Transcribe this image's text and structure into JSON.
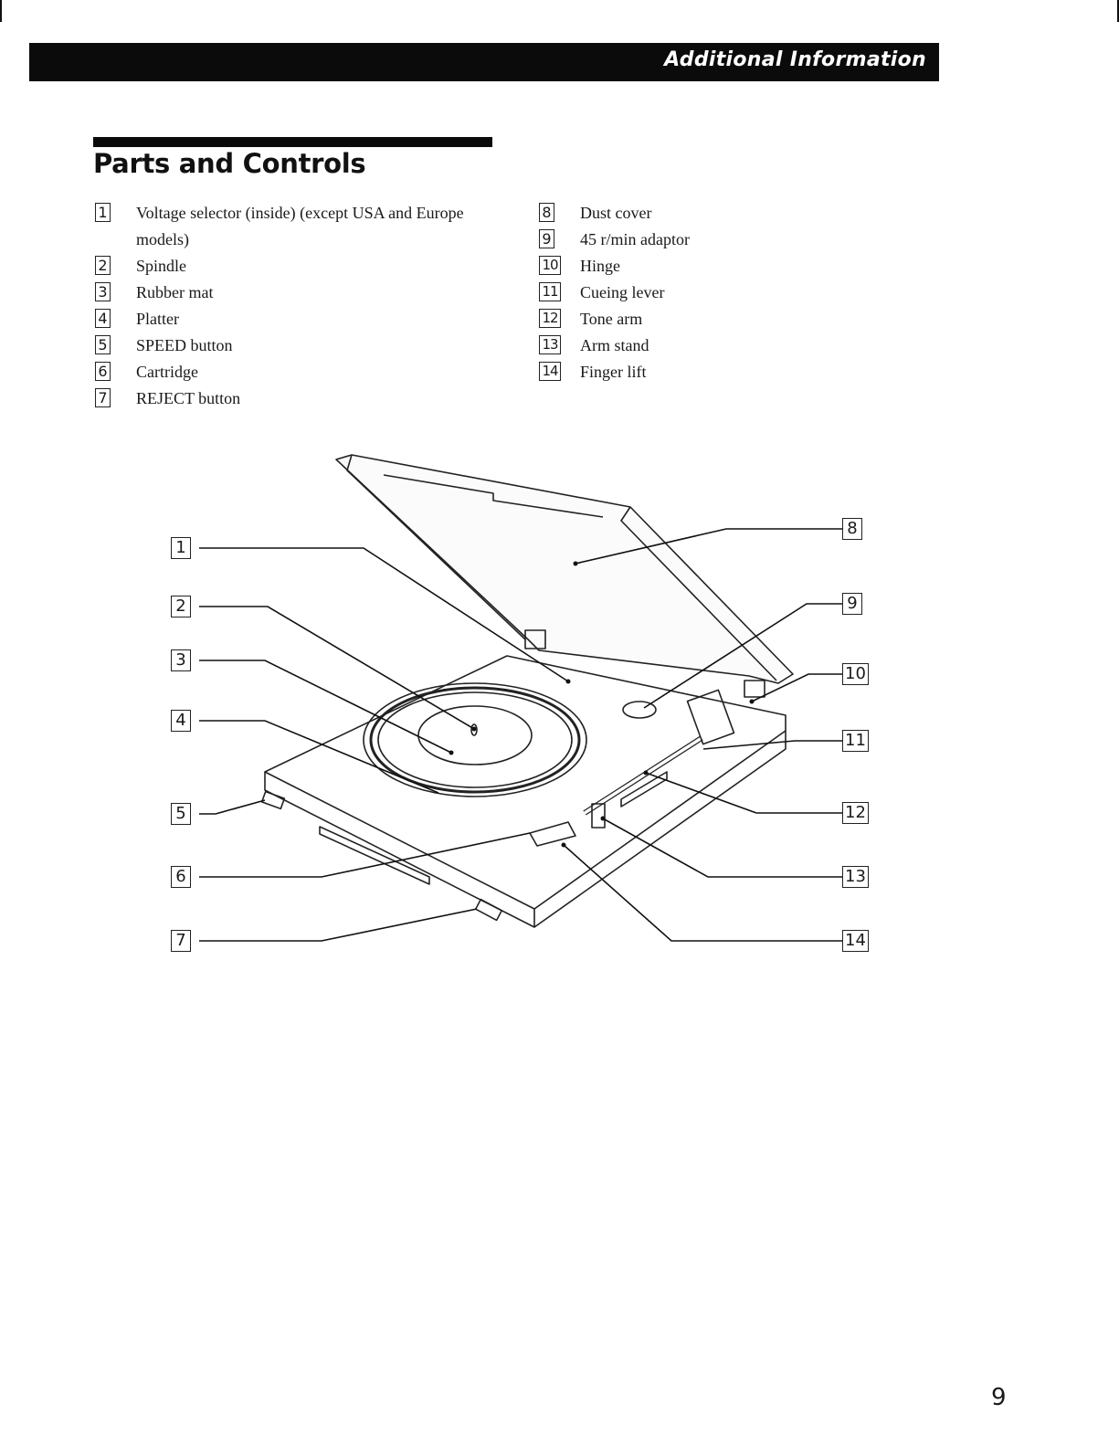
{
  "header": {
    "section": "Additional Information"
  },
  "section_title": "Parts and Controls",
  "parts_left": [
    {
      "num": "1",
      "label": "Voltage selector (inside) (except USA and Europe models)"
    },
    {
      "num": "2",
      "label": "Spindle"
    },
    {
      "num": "3",
      "label": "Rubber mat"
    },
    {
      "num": "4",
      "label": "Platter"
    },
    {
      "num": "5",
      "label": "SPEED button"
    },
    {
      "num": "6",
      "label": "Cartridge"
    },
    {
      "num": "7",
      "label": "REJECT button"
    }
  ],
  "parts_right": [
    {
      "num": "8",
      "label": "Dust cover"
    },
    {
      "num": "9",
      "label": "45 r/min adaptor"
    },
    {
      "num": "10",
      "label": "Hinge"
    },
    {
      "num": "11",
      "label": "Cueing lever"
    },
    {
      "num": "12",
      "label": "Tone arm"
    },
    {
      "num": "13",
      "label": "Arm stand"
    },
    {
      "num": "14",
      "label": "Finger lift"
    }
  ],
  "diagram_labels": {
    "l1": "1",
    "l2": "2",
    "l3": "3",
    "l4": "4",
    "l5": "5",
    "l6": "6",
    "l7": "7",
    "r8": "8",
    "r9": "9",
    "r10": "10",
    "r11": "11",
    "r12": "12",
    "r13": "13",
    "r14": "14"
  },
  "page_number": "9"
}
